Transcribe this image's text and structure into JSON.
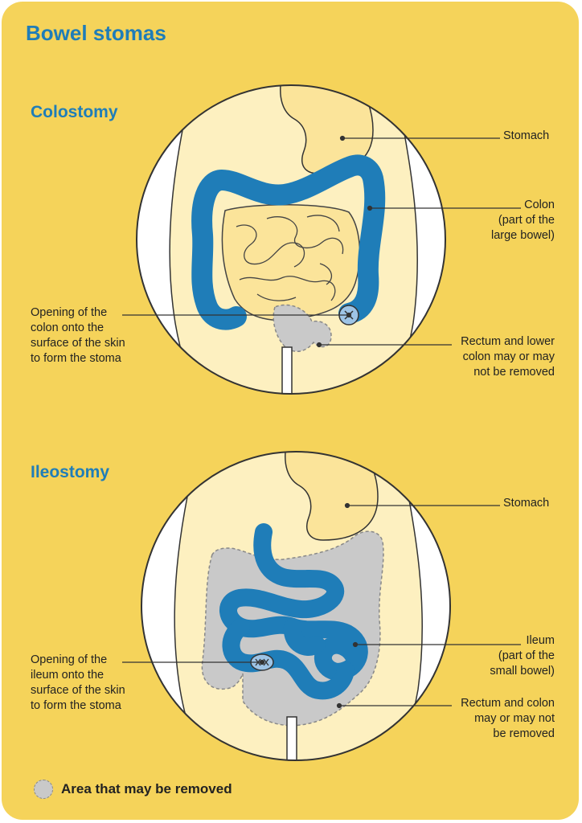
{
  "title": "Bowel stomas",
  "colostomy": {
    "heading": "Colostomy",
    "labels": {
      "stomach": "Stomach",
      "colon": "Colon\n(part of the\nlarge bowel)",
      "opening": "Opening of the\ncolon onto the\nsurface of the skin\nto form the stoma",
      "rectum": "Rectum and lower\ncolon may or may\nnot be removed"
    }
  },
  "ileostomy": {
    "heading": "Ileostomy",
    "labels": {
      "stomach": "Stomach",
      "ileum": "Ileum\n(part of the\nsmall bowel)",
      "opening": "Opening of the\nileum onto the\nsurface of the skin\nto form the stoma",
      "rectum": "Rectum and colon\nmay or may not\nbe removed"
    }
  },
  "legend": {
    "text": "Area that may be removed",
    "icon": "grey-dashed-circle"
  },
  "colors": {
    "background": "#f5d35a",
    "heading": "#1f7db8",
    "bowel_blue": "#1f7db8",
    "small_bowel_yellow": "#fbe49a",
    "removed_grey": "#c9c9c9"
  }
}
